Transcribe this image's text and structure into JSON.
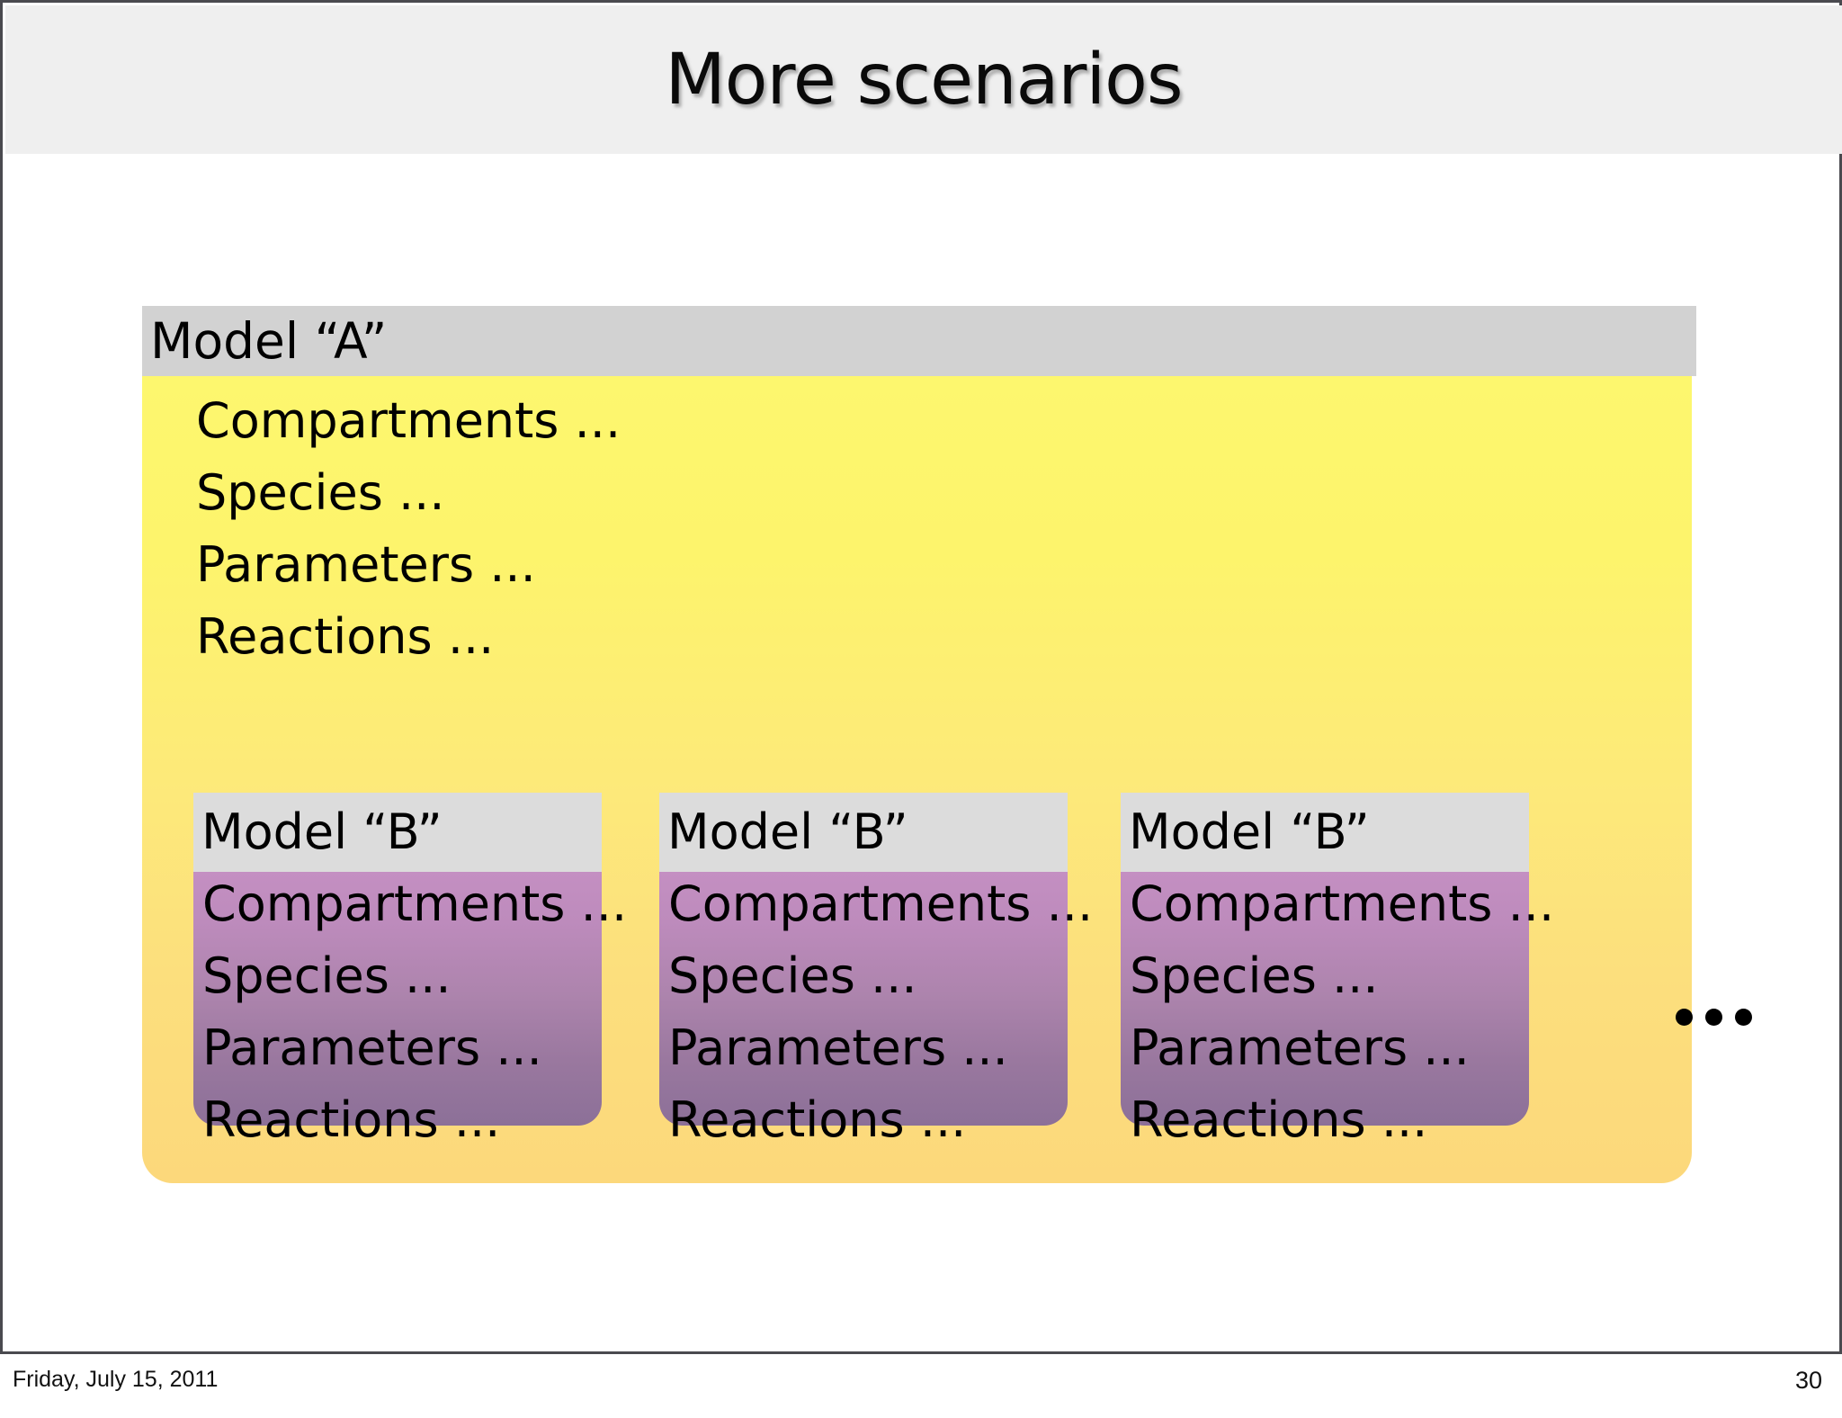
{
  "slide": {
    "title": "More scenarios",
    "page_number": "30",
    "date": "Friday, July 15, 2011",
    "colors": {
      "title_bar": "#EFEFEF",
      "model_a_header": "#D2D2D2",
      "model_a_body_top": "#FDF76E",
      "model_a_body_bottom": "#FCD87B",
      "model_b_header": "#DCDCDC",
      "model_b_body_top": "#C48FC2",
      "model_b_body_bottom": "#8C7098",
      "slide_border": "#4A4A4F"
    }
  },
  "model_a": {
    "title": "Model “A”",
    "items": [
      "Compartments ...",
      "Species ...",
      "Parameters ...",
      "Reactions ..."
    ]
  },
  "model_b_boxes": [
    {
      "title": "Model “B”",
      "items": [
        "Compartments ...",
        "Species ...",
        "Parameters ...",
        "Reactions ..."
      ]
    },
    {
      "title": "Model “B”",
      "items": [
        "Compartments ...",
        "Species ...",
        "Parameters ...",
        "Reactions ..."
      ]
    },
    {
      "title": "Model “B”",
      "items": [
        "Compartments ...",
        "Species ...",
        "Parameters ...",
        "Reactions ..."
      ]
    }
  ],
  "continuation": {
    "label": "…",
    "dot_count": 3
  }
}
